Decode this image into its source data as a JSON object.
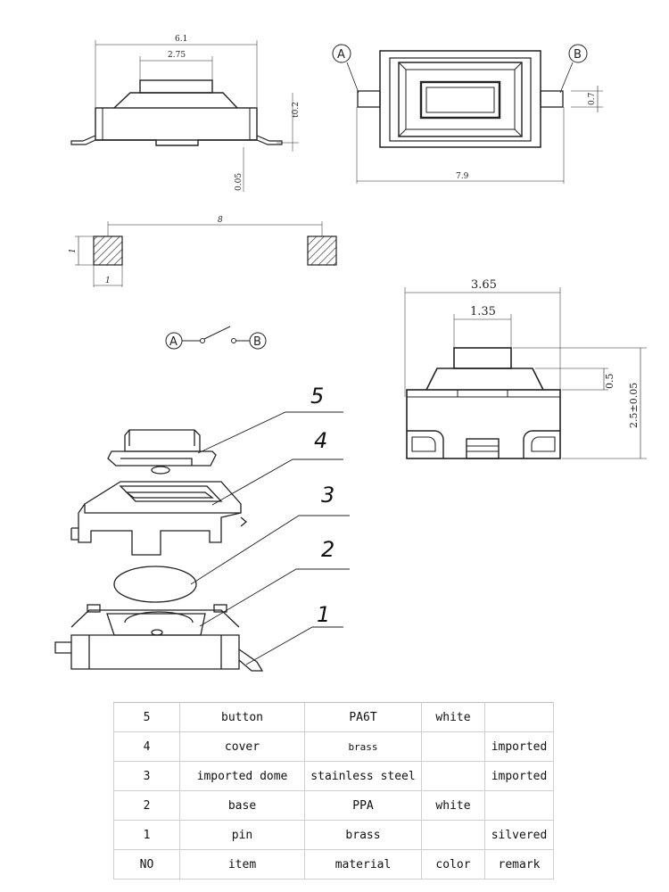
{
  "top_view": {
    "dim_overall": "6.1",
    "dim_button": "2.75",
    "dim_height": "t0.2",
    "dim_thickness": "0.05"
  },
  "side_view": {
    "terminal_a": "A",
    "terminal_b": "B",
    "dim_width": "7.9",
    "dim_lead": "0.7"
  },
  "pad_layout": {
    "dim_span": "8",
    "dim_pad_h": "1",
    "dim_pad_w": "1"
  },
  "schematic": {
    "terminal_a": "A",
    "terminal_b": "B"
  },
  "front_view": {
    "dim_body": "3.65",
    "dim_button": "1.35",
    "dim_travel": "0.5",
    "dim_height": "2.5±0.05"
  },
  "exploded_callouts": [
    "5",
    "4",
    "3",
    "2",
    "1"
  ],
  "bom": {
    "rows": [
      [
        "5",
        "button",
        "PA6T",
        "white",
        ""
      ],
      [
        "4",
        "cover",
        "brass",
        "",
        "imported"
      ],
      [
        "3",
        "imported dome",
        "stainless steel",
        "",
        "imported"
      ],
      [
        "2",
        "base",
        "PPA",
        "white",
        ""
      ],
      [
        "1",
        "pin",
        "brass",
        "",
        "silvered"
      ]
    ],
    "header": [
      "NO",
      "item",
      "material",
      "color",
      "remark"
    ]
  }
}
